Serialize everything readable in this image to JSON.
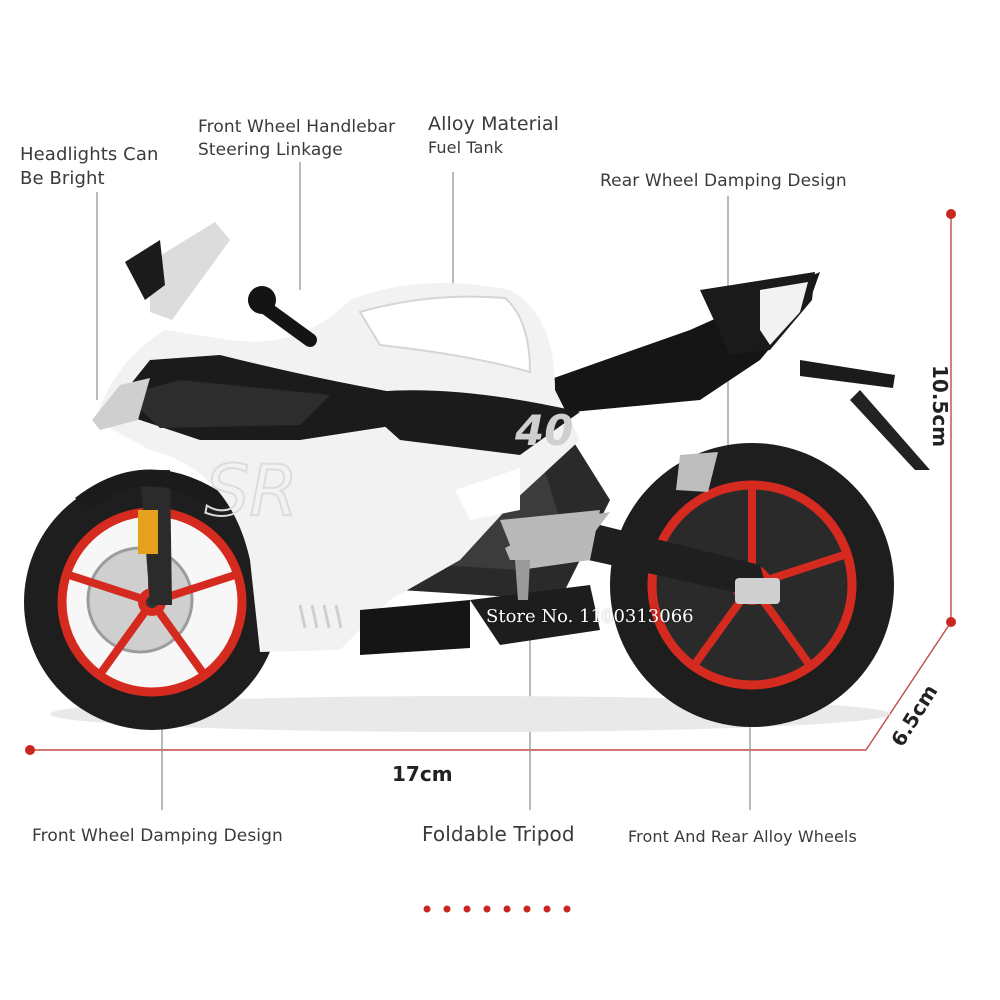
{
  "callouts": {
    "headlights": [
      "Headlights Can",
      "Be Bright"
    ],
    "handlebar": [
      "Front Wheel Handlebar",
      "Steering Linkage"
    ],
    "fuel_tank": [
      "Alloy Material",
      "Fuel Tank"
    ],
    "rear_damping": [
      "Rear Wheel Damping Design"
    ],
    "front_damping": [
      "Front Wheel Damping Design"
    ],
    "tripod": [
      "Foldable Tripod"
    ],
    "wheels": [
      "Front And Rear Alloy Wheels"
    ]
  },
  "dimensions": {
    "length": "17cm",
    "height": "10.5cm",
    "width": "6.5cm"
  },
  "watermark": "Store No. 1100313066",
  "body_number": "40",
  "side_logo": "SR",
  "colors": {
    "accent_red": "#c8261f",
    "body_white": "#f2f2f2",
    "body_black": "#1b1b1b",
    "line": "#9a9a9a"
  }
}
